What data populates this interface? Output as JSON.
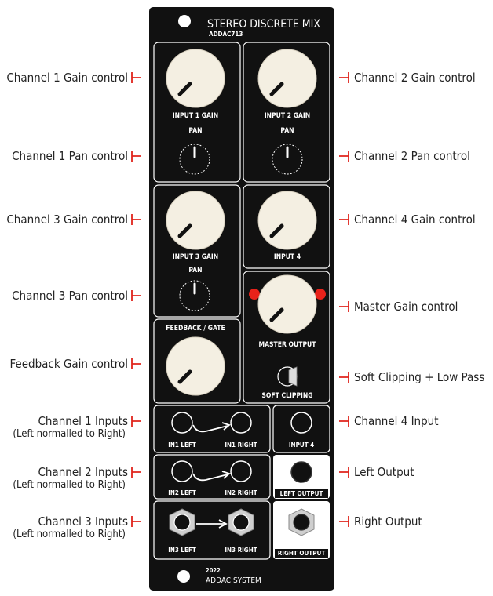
{
  "module": {
    "title": "STEREO DISCRETE MIX",
    "model": "ADDAC713",
    "year": "2022",
    "brand": "ADDAC SYSTEM"
  },
  "panel_labels": {
    "input1_gain": "INPUT 1 GAIN",
    "input2_gain": "INPUT 2 GAIN",
    "pan1": "PAN",
    "pan2": "PAN",
    "input3_gain": "INPUT 3 GAIN",
    "input4": "INPUT 4",
    "pan3": "PAN",
    "feedback_gate": "FEEDBACK / GATE",
    "master_output": "MASTER OUTPUT",
    "soft_clipping": "SOFT CLIPPING",
    "in1_left": "IN1 LEFT",
    "in1_right": "IN1 RIGHT",
    "input4_jack": "INPUT 4",
    "in2_left": "IN2 LEFT",
    "in2_right": "IN2 RIGHT",
    "left_output": "LEFT OUTPUT",
    "in3_left": "IN3 LEFT",
    "in3_right": "IN3 RIGHT",
    "right_output": "RIGHT OUTPUT"
  },
  "annotations": {
    "ch1_gain": "Channel 1 Gain control",
    "ch1_pan": "Channel 1 Pan control",
    "ch3_gain": "Channel 3 Gain control",
    "ch3_pan": "Channel 3 Pan control",
    "feedback_gain": "Feedback Gain control",
    "ch1_inputs": "Channel 1 Inputs",
    "ch1_inputs_note": "(Left normalled to Right)",
    "ch2_inputs": "Channel 2 Inputs",
    "ch2_inputs_note": "(Left normalled to Right)",
    "ch3_inputs": "Channel 3 Inputs",
    "ch3_inputs_note": "(Left normalled to Right)",
    "ch2_gain": "Channel 2 Gain control",
    "ch2_pan": "Channel 2 Pan control",
    "ch4_gain": "Channel 4 Gain control",
    "master_gain": "Master Gain control",
    "soft_clip": "Soft Clipping + Low Pass",
    "ch4_input": "Channel 4 Input",
    "left_output": "Left Output",
    "right_output": "Right Output"
  },
  "colors": {
    "panel": "#111111",
    "knob_cream": "#f4efe2",
    "marker_red": "#e0241c",
    "led_red": "#e8221a"
  }
}
